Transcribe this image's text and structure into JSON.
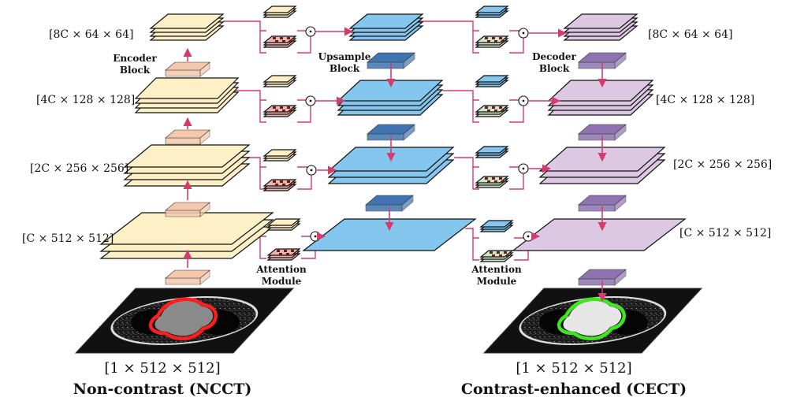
{
  "colors": {
    "encoder": "#fdf0c6",
    "upsample": "#85c6ee",
    "upsample_block": "#3f74b0",
    "decoder": "#dcc8e2",
    "decoder_block": "#8d74b0",
    "encoder_block": "#f5c7ac",
    "attn_pattern": "#e9b6b0",
    "attn_pattern_green": "#cfe6c8",
    "arrow": "#d43c6d",
    "ncct_contour": "#ff1e1e",
    "cect_contour": "#3ee61e"
  },
  "dims": {
    "enc": [
      "[8C × 64 × 64]",
      "[4C × 128 × 128]",
      "[2C × 256 × 256]",
      "[C × 512 × 512]"
    ],
    "dec": [
      "[8C × 64 × 64]",
      "[4C × 128 × 128]",
      "[2C × 256 × 256]",
      "[C × 512 × 512]"
    ]
  },
  "labels": {
    "encoder_block": [
      "Encoder",
      "Block"
    ],
    "upsample_block": [
      "Upsample",
      "Block"
    ],
    "decoder_block": [
      "Decoder",
      "Block"
    ],
    "attention_left": [
      "Attention",
      "Module"
    ],
    "attention_right": [
      "Attention",
      "Module"
    ]
  },
  "input": {
    "dim": "[1 × 512 × 512]",
    "caption": "Non-contrast (NCCT)"
  },
  "output": {
    "dim": "[1 × 512 × 512]",
    "caption": "Contrast-enhanced (CECT)"
  },
  "icons": {
    "multiply": "odot-icon"
  }
}
